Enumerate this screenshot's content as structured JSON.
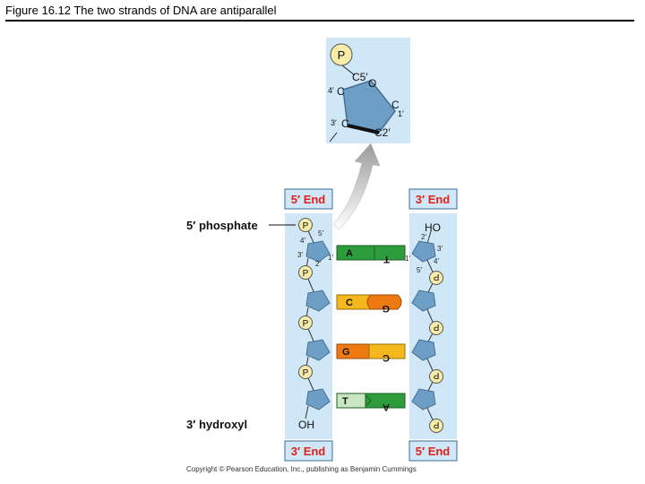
{
  "figure": {
    "title": "Figure 16.12  The two strands of DNA are antiparallel",
    "copyright": "Copyright © Pearson Education, Inc., publishing as Benjamin Cummings"
  },
  "sugar_detail": {
    "phosphate": "P",
    "c5": "C5′",
    "o": "O",
    "c4": "C",
    "c4_prime": "4′",
    "c1": "C",
    "c1_prime": "1′",
    "c3": "C",
    "c3_prime": "3′",
    "c2": "C2′"
  },
  "left_strand": {
    "top_end": "5′ End",
    "bottom_end": "3′ End",
    "top_label": "5′ phosphate",
    "bottom_label": "3′ hydroxyl",
    "oh": "OH",
    "phosphate": "P",
    "prime_5": "5′",
    "prime_4": "4′",
    "prime_3": "3′",
    "prime_2": "2′",
    "prime_1": "1′"
  },
  "right_strand": {
    "top_end": "3′ End",
    "bottom_end": "5′ End",
    "ho": "HO",
    "phosphate": "P",
    "prime_2": "2′",
    "prime_3": "3′",
    "prime_4": "4′",
    "prime_5": "5′",
    "prime_1": "1′"
  },
  "base_pairs": [
    {
      "left": "A",
      "right": "T",
      "left_color": "#2e9c3a",
      "right_color": "#2e9c3a"
    },
    {
      "left": "C",
      "right": "G",
      "left_color": "#f4b81e",
      "right_color": "#ef7a12"
    },
    {
      "left": "G",
      "right": "C",
      "left_color": "#ef7a12",
      "right_color": "#f4b81e"
    },
    {
      "left": "T",
      "right": "A",
      "left_color": "#2e9c3a",
      "right_color": "#2e9c3a"
    }
  ],
  "colors": {
    "strand_bg": "#cfe7f7",
    "sugar": "#6c9ec6",
    "sugar_stroke": "#4a6f8e",
    "phosphate": "#f8ecaa",
    "end_text": "#e0201a"
  }
}
